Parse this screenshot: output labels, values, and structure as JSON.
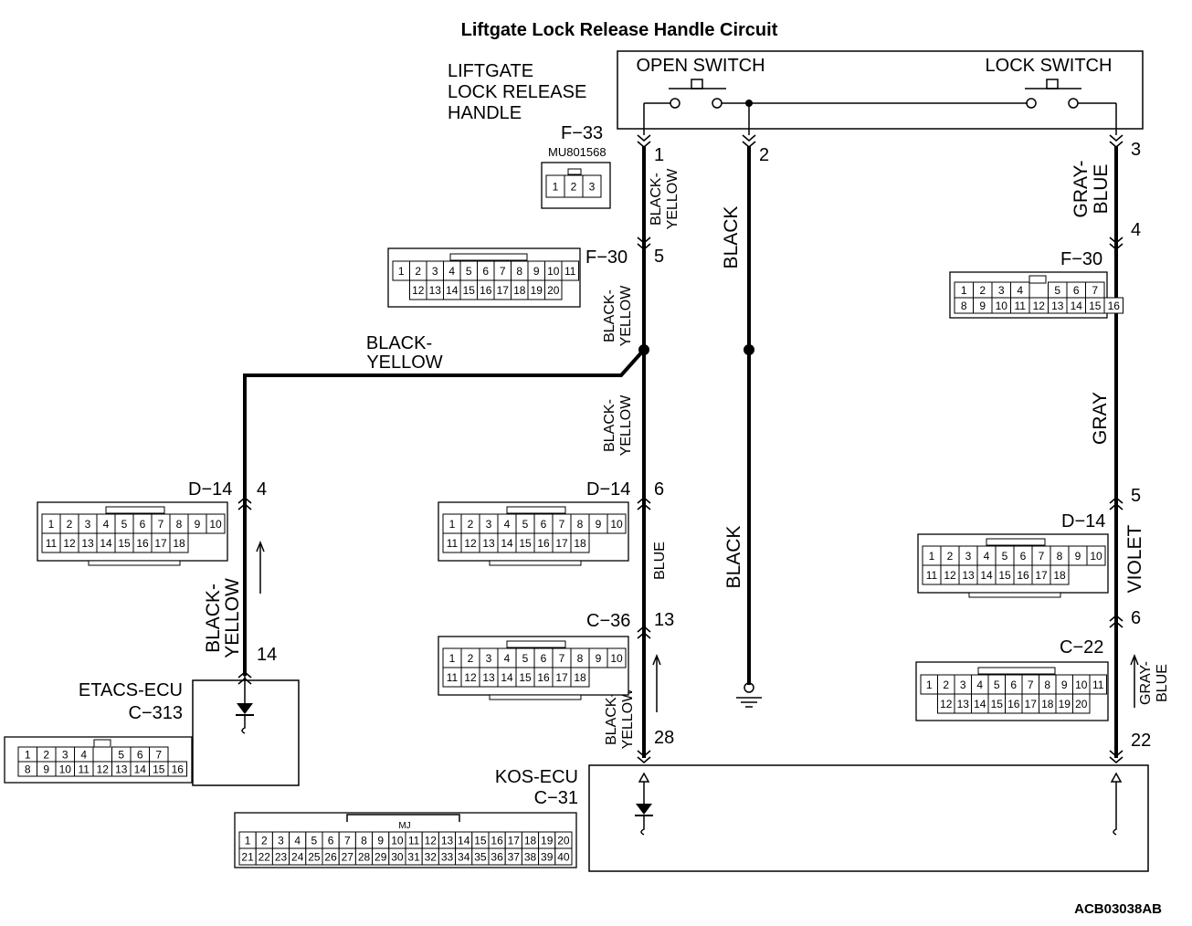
{
  "title": "Liftgate Lock Release Handle Circuit",
  "figure_code": "ACB03038AB",
  "handle": {
    "label_line1": "LIFTGATE",
    "label_line2": "LOCK RELEASE",
    "label_line3": "HANDLE",
    "open_switch": "OPEN SWITCH",
    "lock_switch": "LOCK SWITCH"
  },
  "connectors": {
    "f33": "F−33",
    "f33_part": "MU801568",
    "f30_left": "F−30",
    "f30_right": "F−30",
    "d14_left": "D−14",
    "d14_mid": "D−14",
    "d14_right": "D−14",
    "c36": "C−36",
    "c22": "C−22",
    "c313": "C−313",
    "c31": "C−31",
    "mj": "MJ"
  },
  "units": {
    "etacs": "ETACS-ECU",
    "kos": "KOS-ECU"
  },
  "pins": {
    "p1": "1",
    "p2": "2",
    "p3": "3",
    "p4_right": "4",
    "p5_f30": "5",
    "p4_d14": "4",
    "p6_d14": "6",
    "p5_right": "5",
    "p6_right": "6",
    "p13": "13",
    "p14": "14",
    "p28": "28",
    "p22": "22"
  },
  "wires": {
    "black_yellow": "BLACK-YELLOW",
    "by_line1": "BLACK-",
    "by_line2": "YELLOW",
    "black": "BLACK",
    "gray_blue_line1": "GRAY-",
    "gray_blue_line2": "BLUE",
    "gray": "GRAY",
    "blue": "BLUE",
    "violet": "VIOLET"
  },
  "pin_grids": {
    "f33": [
      [
        "1",
        "2",
        "3"
      ]
    ],
    "f30_20": [
      [
        "1",
        "2",
        "3",
        "4",
        "5",
        "6",
        "7",
        "8",
        "9",
        "10",
        "11"
      ],
      [
        "12",
        "13",
        "14",
        "15",
        "16",
        "17",
        "18",
        "19",
        "20"
      ]
    ],
    "f30_16": [
      [
        "1",
        "2",
        "3",
        "4",
        "5",
        "6",
        "7"
      ],
      [
        "8",
        "9",
        "10",
        "11",
        "12",
        "13",
        "14",
        "15",
        "16"
      ]
    ],
    "d14_18": [
      [
        "1",
        "2",
        "3",
        "4",
        "5",
        "6",
        "7",
        "8",
        "9",
        "10"
      ],
      [
        "11",
        "12",
        "13",
        "14",
        "15",
        "16",
        "17",
        "18"
      ]
    ],
    "c22_20": [
      [
        "1",
        "2",
        "3",
        "4",
        "5",
        "6",
        "7",
        "8",
        "9",
        "10",
        "11"
      ],
      [
        "12",
        "13",
        "14",
        "15",
        "16",
        "17",
        "18",
        "19",
        "20"
      ]
    ],
    "c313_16": [
      [
        "1",
        "2",
        "3",
        "4",
        "5",
        "6",
        "7"
      ],
      [
        "8",
        "9",
        "10",
        "11",
        "12",
        "13",
        "14",
        "15",
        "16"
      ]
    ],
    "c31_40": [
      [
        "1",
        "2",
        "3",
        "4",
        "5",
        "6",
        "7",
        "8",
        "9",
        "10",
        "11",
        "12",
        "13",
        "14",
        "15",
        "16",
        "17",
        "18",
        "19",
        "20"
      ],
      [
        "21",
        "22",
        "23",
        "24",
        "25",
        "26",
        "27",
        "28",
        "29",
        "30",
        "31",
        "32",
        "33",
        "34",
        "35",
        "36",
        "37",
        "38",
        "39",
        "40"
      ]
    ]
  }
}
